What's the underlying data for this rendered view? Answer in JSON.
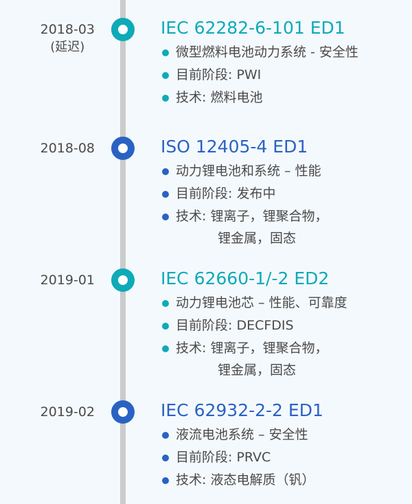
{
  "colors": {
    "teal": "#0eaab8",
    "blue": "#2a62c4",
    "line": "#cbcbcb",
    "text": "#4a4a4a",
    "background": "#f4f9fd"
  },
  "entries": [
    {
      "date": "2018-03",
      "date_note": "(延迟)",
      "color": "teal",
      "title": "IEC 62282-6-101 ED1",
      "items": [
        "微型燃料电池动力系统 - 安全性",
        "目前阶段: PWI",
        "技术: 燃料电池"
      ]
    },
    {
      "date": "2018-08",
      "color": "blue",
      "title": "ISO 12405-4 ED1",
      "items": [
        "动力锂电池和系统 – 性能",
        "目前阶段: 发布中",
        "技术: 锂离子，锂聚合物，"
      ],
      "item_continuation": "锂金属，固态"
    },
    {
      "date": "2019-01",
      "color": "teal",
      "title": "IEC 62660-1/-2 ED2",
      "items": [
        "动力锂电池芯 – 性能、可靠度",
        "目前阶段: DECFDIS",
        "技术: 锂离子，锂聚合物，"
      ],
      "item_continuation": "锂金属，固态"
    },
    {
      "date": "2019-02",
      "color": "blue",
      "title": "IEC 62932-2-2 ED1",
      "items": [
        "液流电池系统 – 安全性",
        "目前阶段: PRVC",
        "技术: 液态电解质（钒）"
      ]
    }
  ]
}
